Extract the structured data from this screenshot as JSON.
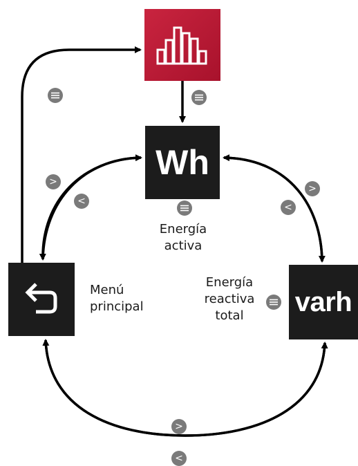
{
  "screens": {
    "wh_label": "Wh",
    "varh_label": "varh"
  },
  "captions": {
    "active_energy": [
      "Energía",
      "activa"
    ],
    "reactive_energy": [
      "Energía",
      "reactiva",
      "total"
    ],
    "main_menu": [
      "Menú",
      "principal"
    ]
  },
  "icons": {
    "chart": "bar-chart-icon",
    "back": "back-arrow-icon",
    "ok": "menu-lines-icon",
    "next": "chevron-right",
    "prev": "chevron-left"
  },
  "button_glyphs": {
    "next": ">",
    "prev": "<"
  },
  "colors": {
    "tile": "#1c1c1c",
    "chart_tile_start": "#c9243f",
    "chart_tile_end": "#a8122c",
    "button": "#7a7a7a",
    "arrow": "#000000"
  }
}
